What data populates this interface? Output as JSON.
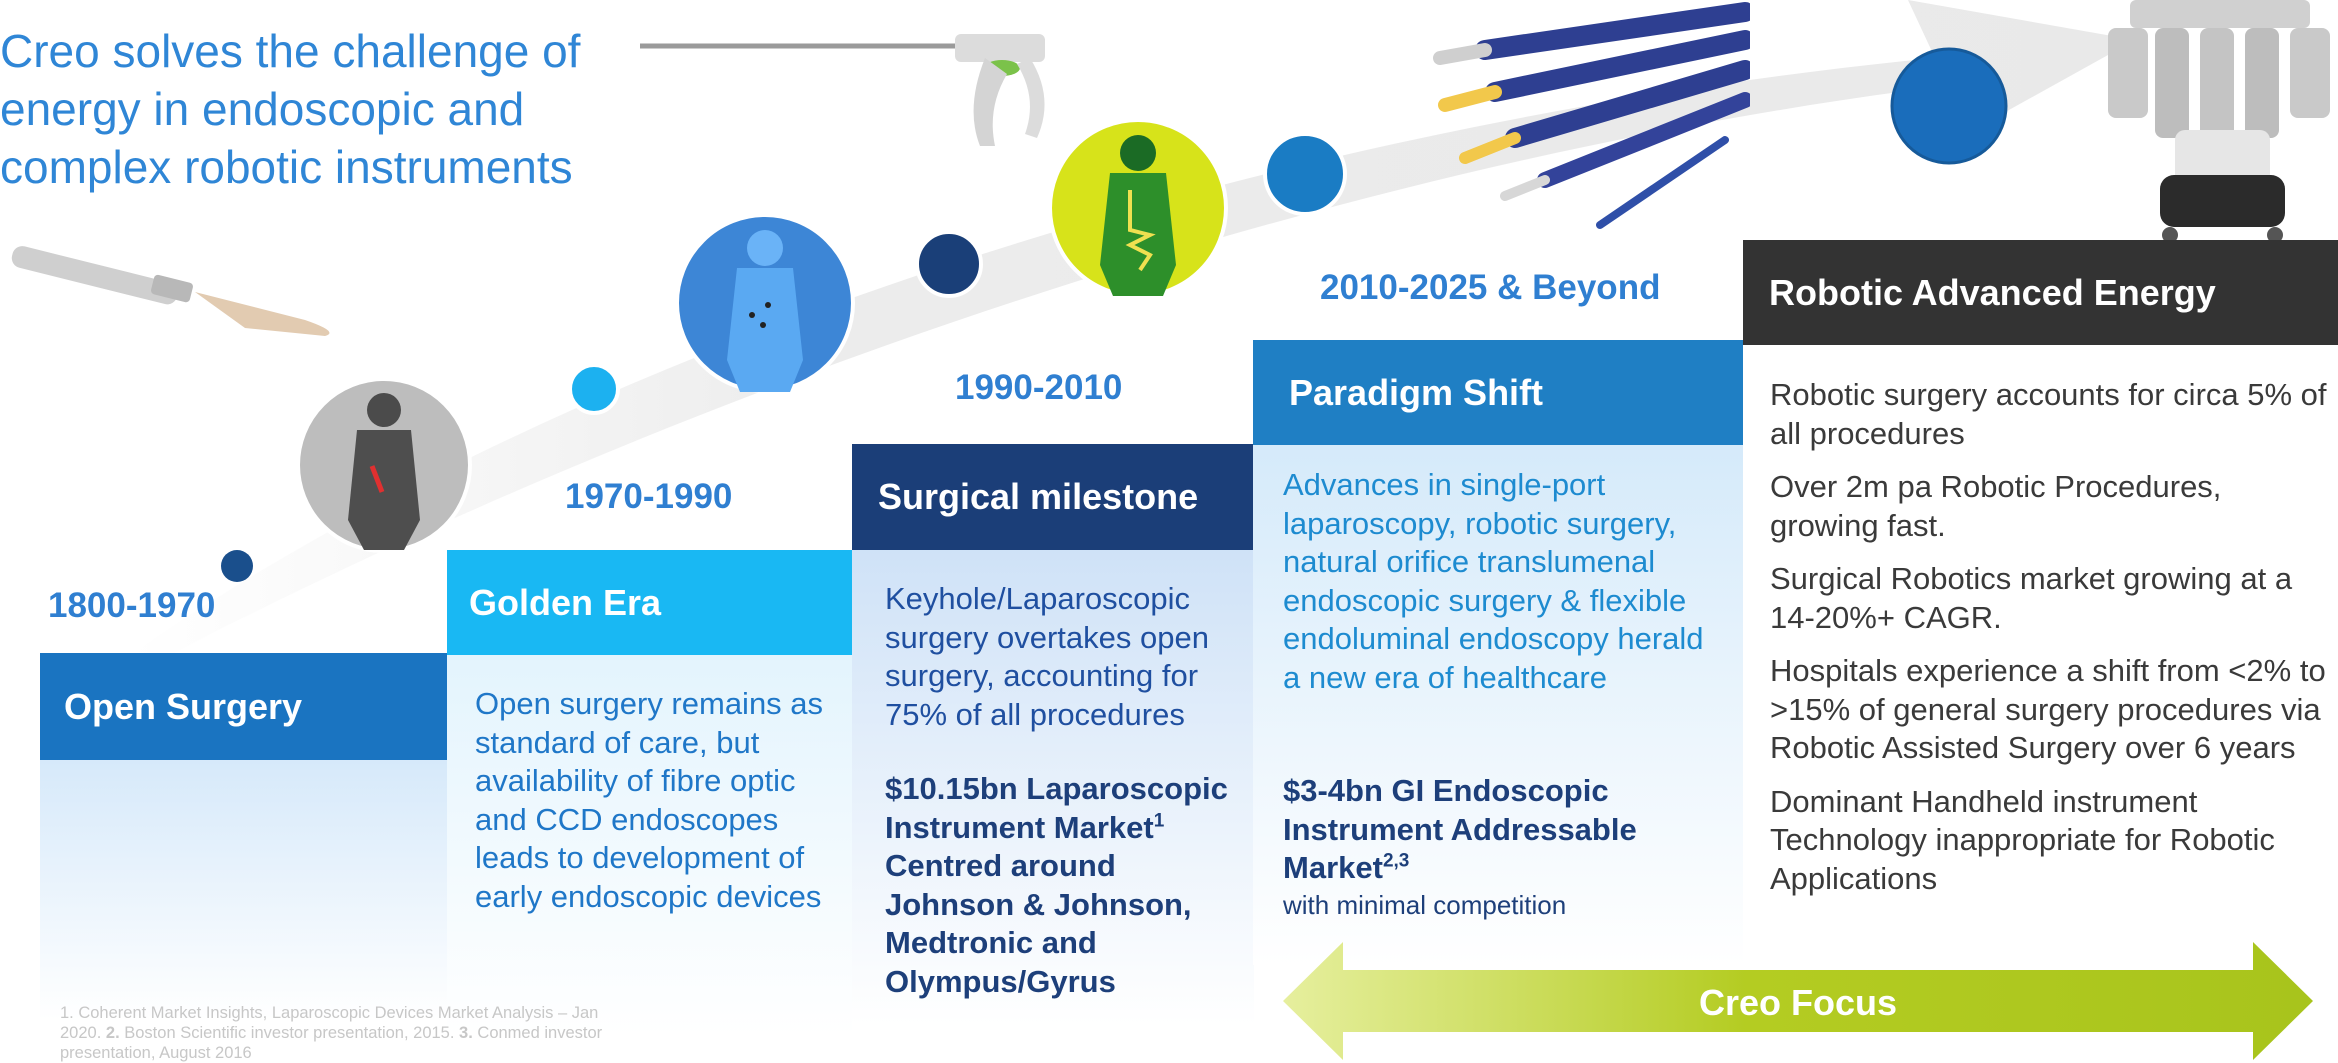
{
  "title": "Creo solves the challenge of energy in endoscopic and complex robotic instruments",
  "columns": [
    {
      "year": "1800-1970",
      "heading": "Open Surgery",
      "body": ""
    },
    {
      "year": "1970-1990",
      "heading": "Golden Era",
      "body": "Open surgery remains as standard of care, but availability of fibre optic and CCD endoscopes leads to development of early endoscopic devices"
    },
    {
      "year": "1990-2010",
      "heading": "Surgical milestone",
      "body": "Keyhole/Laparoscopic surgery overtakes open surgery, accounting for 75% of all procedures",
      "market_line1": "$10.15bn Laparoscopic",
      "market_line2": "Instrument Market",
      "market_sup": "1",
      "market_line3": "Centred around Johnson & Johnson, Medtronic and Olympus/Gyrus"
    },
    {
      "year": "2010-2025 & Beyond",
      "heading": "Paradigm Shift",
      "body": "Advances in single-port laparoscopy, robotic surgery, natural orifice translumenal endoscopic surgery & flexible endoluminal endoscopy herald a new era of healthcare",
      "market_text": "$3-4bn GI Endoscopic Instrument Addressable Market",
      "market_sup": "2,3",
      "market_note": "with minimal competition"
    },
    {
      "heading": "Robotic Advanced Energy",
      "bullets": [
        "Robotic surgery accounts for circa 5% of all procedures",
        "Over 2m pa Robotic Procedures, growing fast.",
        "Surgical Robotics market growing at a 14-20%+ CAGR.",
        "Hospitals experience a shift from <2% to >15% of general surgery procedures via Robotic Assisted Surgery over 6 years",
        "Dominant Handheld instrument Technology inappropriate for Robotic Applications"
      ]
    }
  ],
  "focus_label": "Creo Focus",
  "footnote_1": "1. Coherent Market Insights, Laparoscopic Devices Market Analysis – Jan 2020.",
  "footnote_2_num": "2.",
  "footnote_2": "Boston Scientific investor presentation, 2015.",
  "footnote_3_num": "3.",
  "footnote_3": "Conmed investor presentation, August 2016",
  "colors": {
    "title_blue": "#2f86d6",
    "open_surgery": "#1a74c1",
    "golden_era": "#19b8f3",
    "surgical_milestone": "#1b3e78",
    "paradigm_shift": "#1f7fc4",
    "robotic_energy": "#333333",
    "creo_focus": "#b2cb1f"
  }
}
